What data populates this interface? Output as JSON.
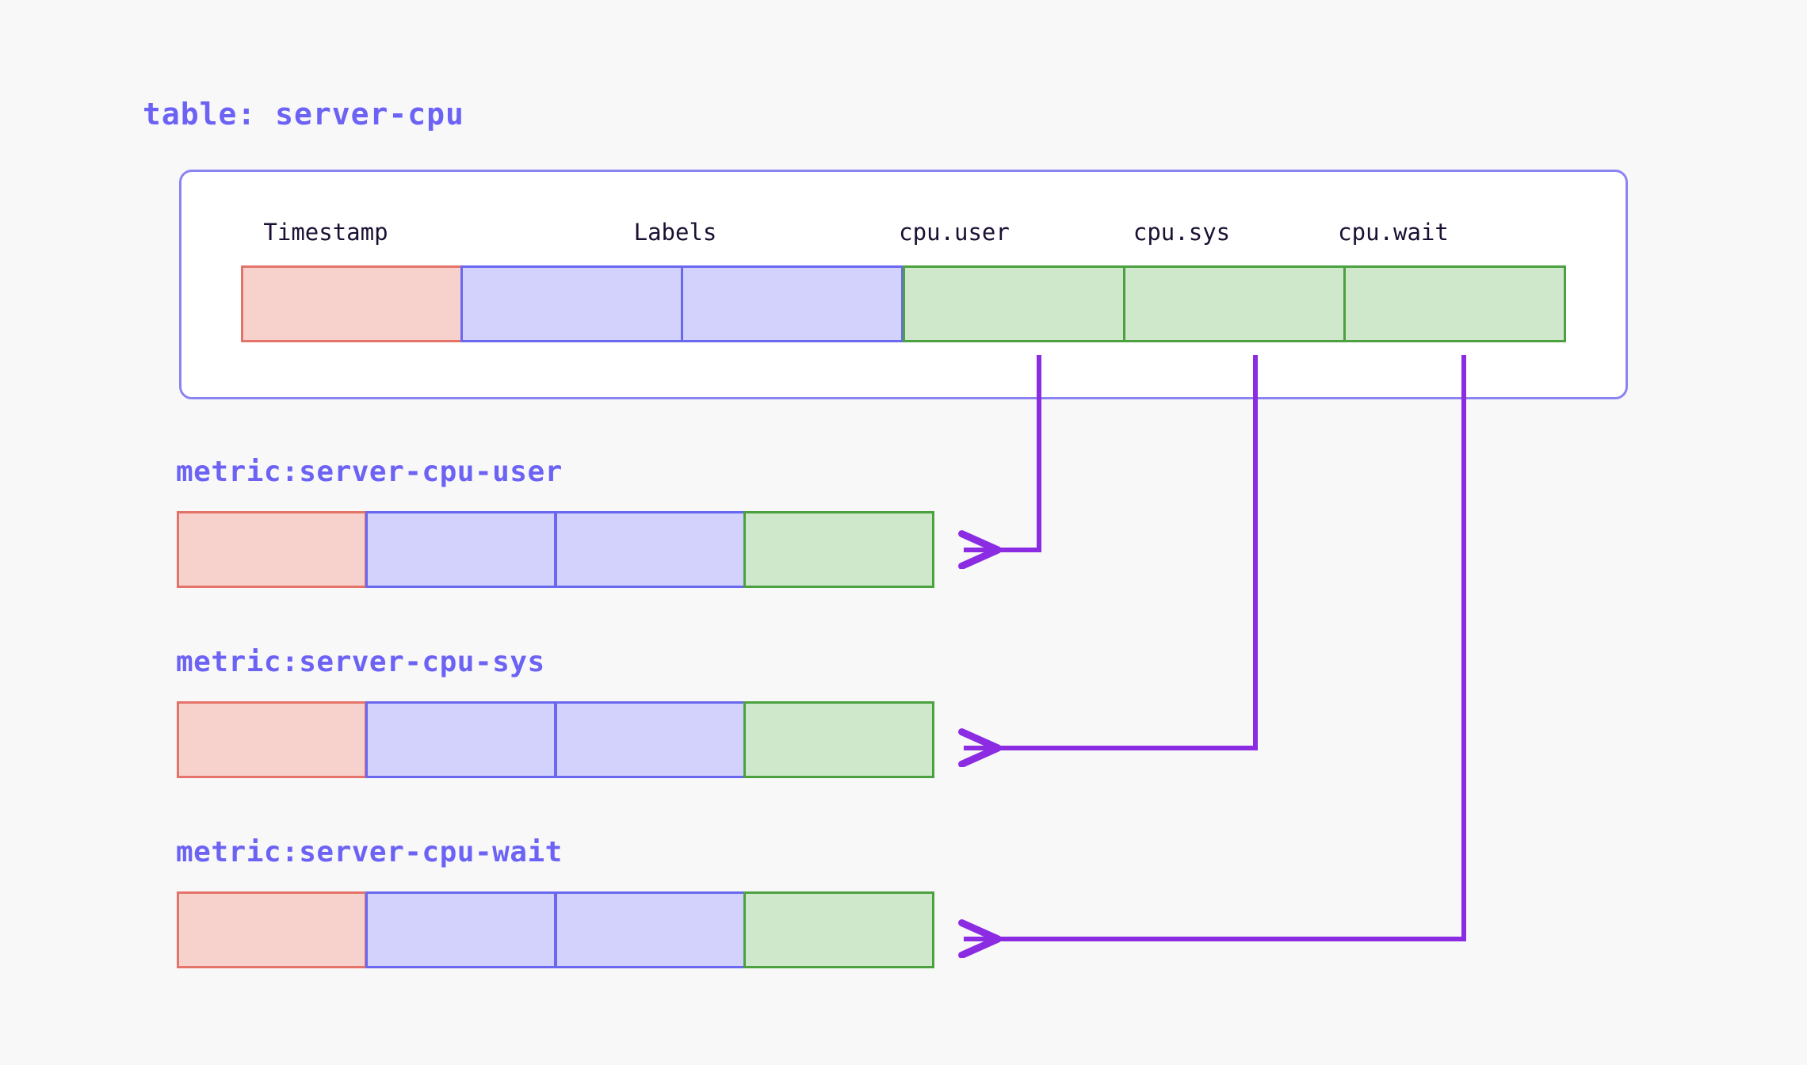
{
  "page": {
    "background_color": "#f8f8f8",
    "accent_color": "#6c63f5",
    "arrow_color": "#8b2be2"
  },
  "table": {
    "title": "table: server-cpu",
    "panel": {
      "border_color": "#8b84f0",
      "background_color": "#ffffff"
    },
    "columns": [
      {
        "header": "Timestamp",
        "cell_kind": "pink",
        "fill": "#f7d2cd",
        "border": "#e4736a"
      },
      {
        "header": "Labels",
        "cell_kind": "blue",
        "fill": "#d2d2fd",
        "border": "#6a68ef"
      },
      {
        "header": "",
        "cell_kind": "blue",
        "fill": "#d2d2fd",
        "border": "#6a68ef"
      },
      {
        "header": "cpu.user",
        "cell_kind": "green",
        "fill": "#cfe7cb",
        "border": "#4ba13f"
      },
      {
        "header": "cpu.sys",
        "cell_kind": "green",
        "fill": "#cfe7cb",
        "border": "#4ba13f"
      },
      {
        "header": "cpu.wait",
        "cell_kind": "green",
        "fill": "#cfe7cb",
        "border": "#4ba13f"
      }
    ]
  },
  "metrics": [
    {
      "title": "metric:server-cpu-user",
      "source_column": "cpu.user",
      "cells": [
        "pink",
        "blue",
        "blue",
        "green"
      ]
    },
    {
      "title": "metric:server-cpu-sys",
      "source_column": "cpu.sys",
      "cells": [
        "pink",
        "blue",
        "blue",
        "green"
      ]
    },
    {
      "title": "metric:server-cpu-wait",
      "source_column": "cpu.wait",
      "cells": [
        "pink",
        "blue",
        "blue",
        "green"
      ]
    }
  ],
  "arrows": [
    {
      "name": "cpu-user-to-metric",
      "from": "cpu.user",
      "to": "metric:server-cpu-user"
    },
    {
      "name": "cpu-sys-to-metric",
      "from": "cpu.sys",
      "to": "metric:server-cpu-sys"
    },
    {
      "name": "cpu-wait-to-metric",
      "from": "cpu.wait",
      "to": "metric:server-cpu-wait"
    }
  ]
}
